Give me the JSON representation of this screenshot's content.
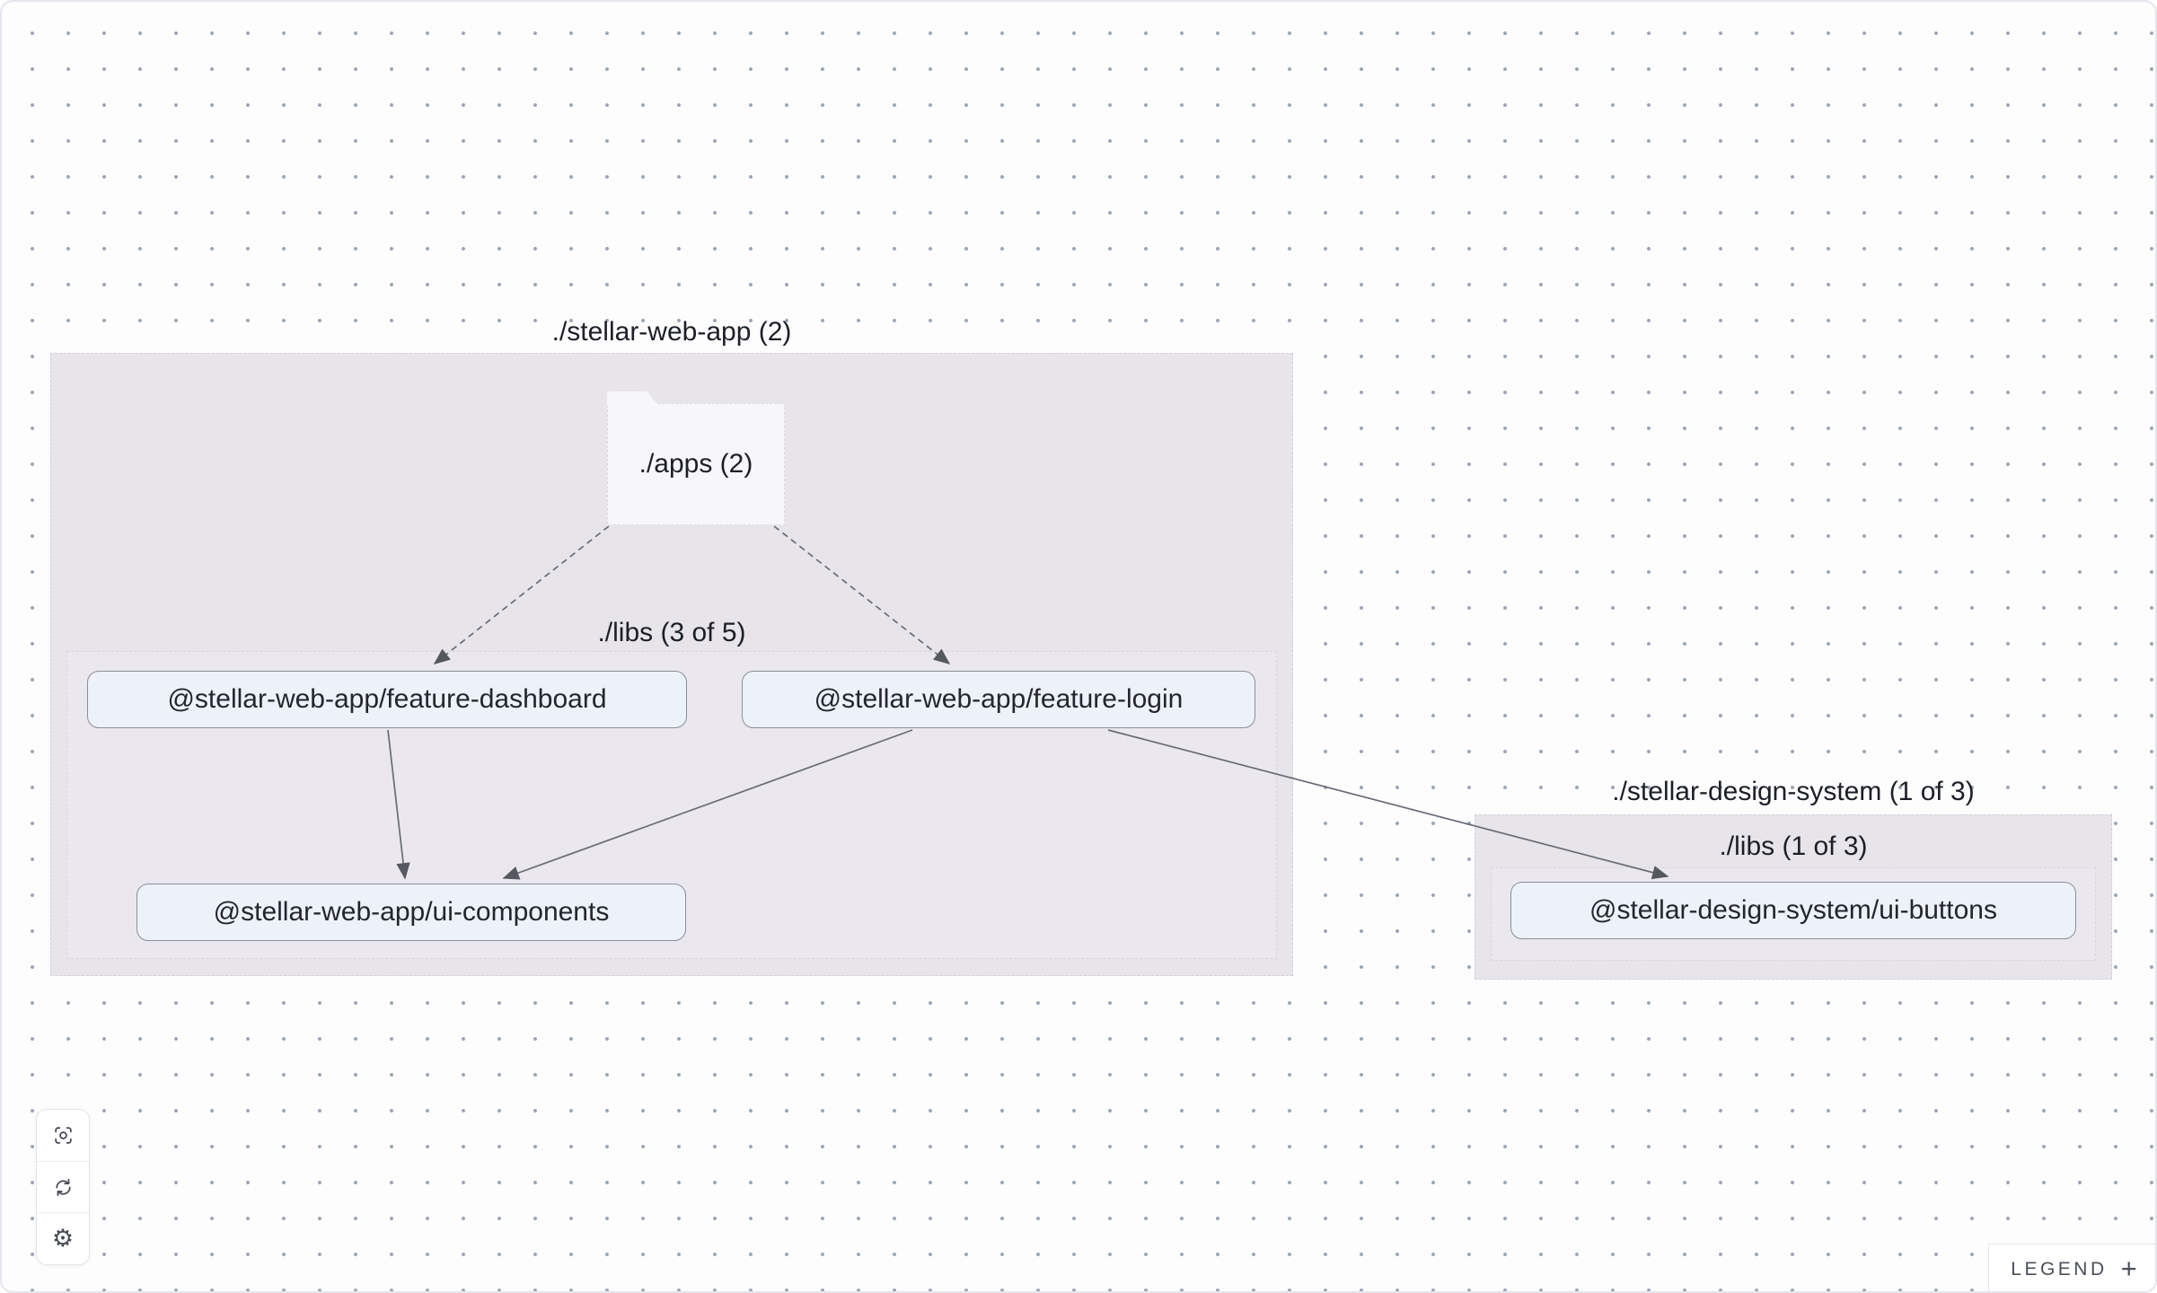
{
  "graph": {
    "groups": [
      {
        "label": "./stellar-web-app (2)",
        "folder": {
          "label": "./apps (2)"
        },
        "subgroup": {
          "label": "./libs (3 of 5)"
        },
        "nodes": [
          {
            "label": "@stellar-web-app/feature-dashboard"
          },
          {
            "label": "@stellar-web-app/feature-login"
          },
          {
            "label": "@stellar-web-app/ui-components"
          }
        ]
      },
      {
        "label": "./stellar-design-system (1 of 3)",
        "subgroup": {
          "label": "./libs (1 of 3)"
        },
        "nodes": [
          {
            "label": "@stellar-design-system/ui-buttons"
          }
        ]
      }
    ],
    "edges": [
      {
        "source": "./apps (2)",
        "target": "@stellar-web-app/feature-dashboard",
        "style": "dashed"
      },
      {
        "source": "./apps (2)",
        "target": "@stellar-web-app/feature-login",
        "style": "dashed"
      },
      {
        "source": "@stellar-web-app/feature-dashboard",
        "target": "@stellar-web-app/ui-components",
        "style": "solid"
      },
      {
        "source": "@stellar-web-app/feature-login",
        "target": "@stellar-web-app/ui-components",
        "style": "solid"
      },
      {
        "source": "@stellar-web-app/feature-login",
        "target": "@stellar-design-system/ui-buttons",
        "style": "solid"
      }
    ]
  },
  "toolbar": {
    "buttons": [
      {
        "icon": "focus-center-icon"
      },
      {
        "icon": "refresh-icon"
      },
      {
        "icon": "settings-gear-icon",
        "glyph": "⚙"
      }
    ]
  },
  "legend": {
    "label": "LEGEND",
    "toggle_icon": "+"
  },
  "colors": {
    "canvas_background": "#fdfdfe",
    "grid_dot": "#9aa4b2",
    "group_fill": "#e7e5ea",
    "subgroup_fill": "#eae8ee",
    "folder_fill": "#f7f6f9",
    "node_fill": "#edf1f8",
    "node_border": "#8b8e99",
    "edge": "#696c75"
  }
}
